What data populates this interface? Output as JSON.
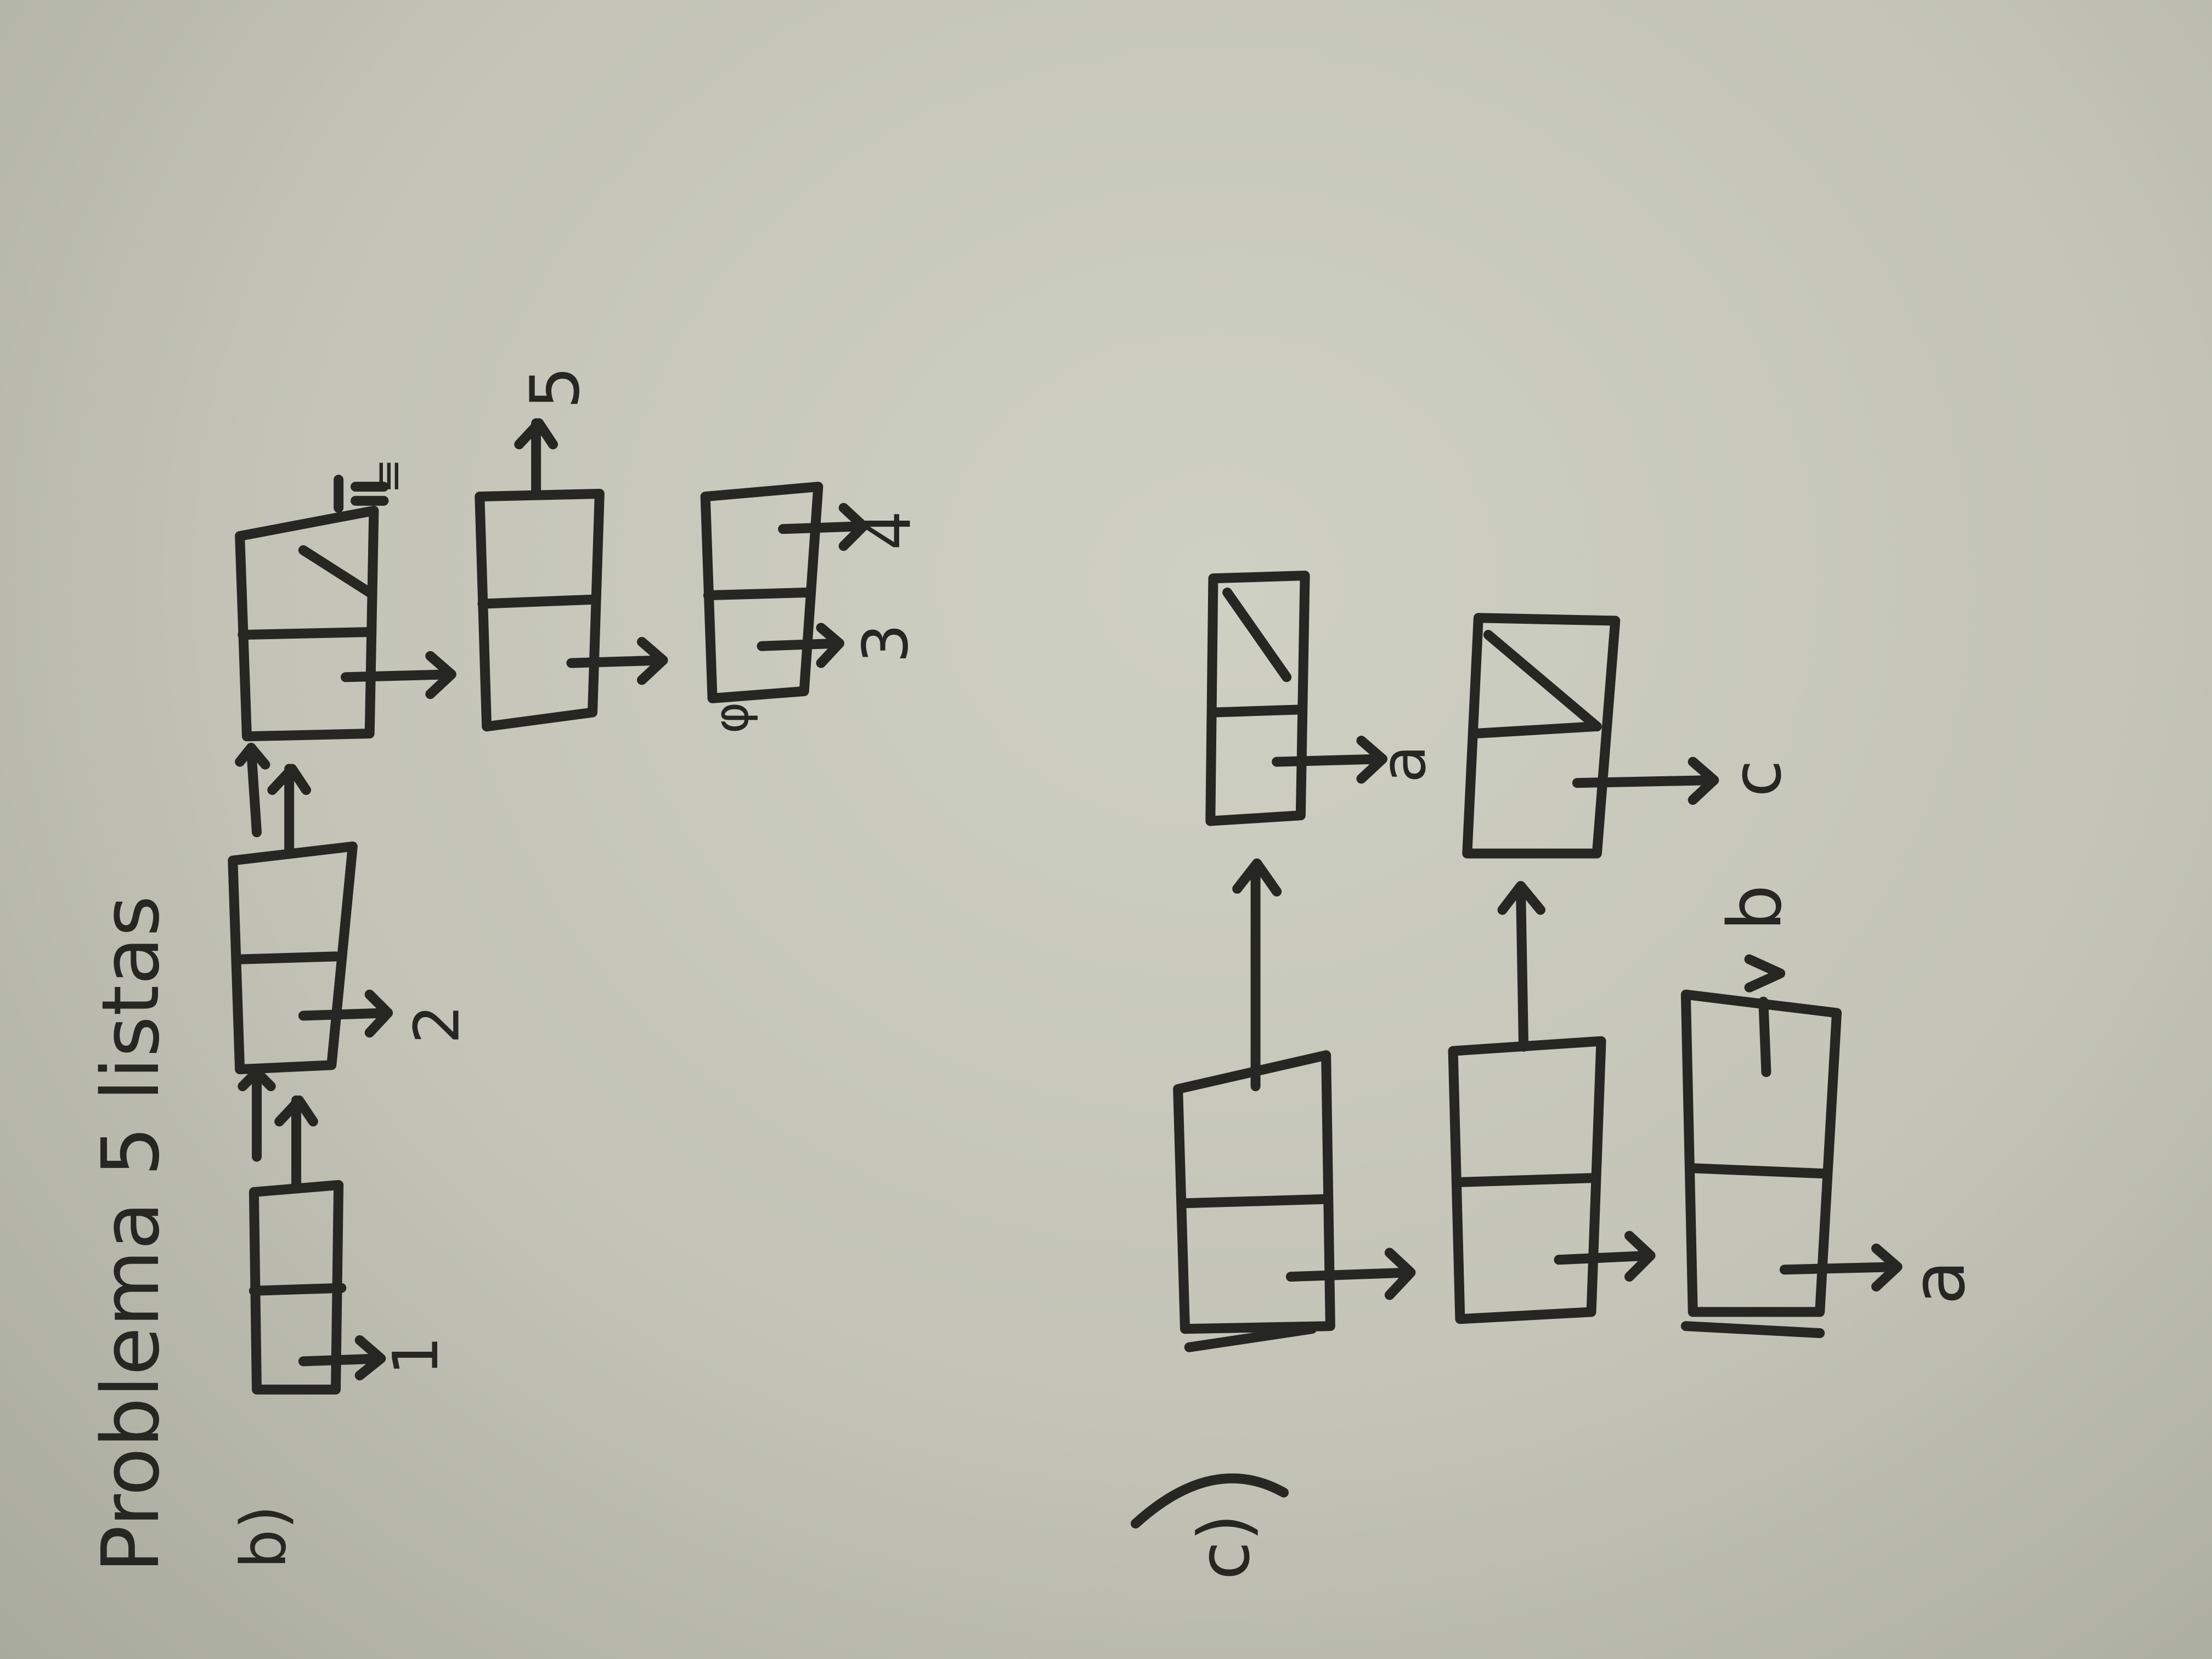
{
  "title": "Problema 5 listas",
  "part_b": {
    "label": "b)",
    "values": [
      "1",
      "2",
      "5",
      "3",
      "4"
    ],
    "null_mark": "≡",
    "empty_mark": "φ"
  },
  "part_c": {
    "label": "c)",
    "values": [
      "a",
      "b",
      "c",
      "a"
    ]
  }
}
